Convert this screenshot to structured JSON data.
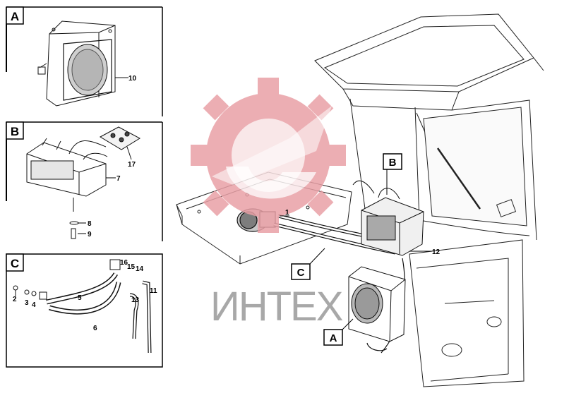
{
  "panels": [
    {
      "label": "A",
      "parts": [
        "10"
      ]
    },
    {
      "label": "B",
      "parts": [
        "17",
        "7",
        "8",
        "9"
      ]
    },
    {
      "label": "C",
      "parts": [
        "16",
        "15",
        "14",
        "2",
        "3",
        "4",
        "5",
        "6",
        "13",
        "11"
      ]
    }
  ],
  "main_callouts": {
    "a": "A",
    "b": "B",
    "c": "C",
    "part_1": "1",
    "part_12": "12"
  },
  "watermark": {
    "text": "ИНТЕХ",
    "color": "#e9a0a6",
    "icon": "gear-logo-icon"
  }
}
